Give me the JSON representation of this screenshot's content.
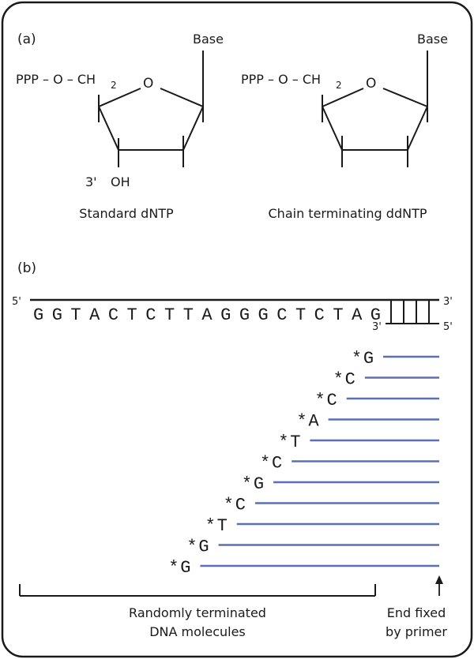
{
  "panel_a": {
    "label": "(a)",
    "dntp": {
      "group": "PPP – O – CH",
      "subscript": "2",
      "ring_o": "O",
      "base": "Base",
      "three_prime": "3'",
      "oh": "OH",
      "caption": "Standard dNTP"
    },
    "ddntp": {
      "group": "PPP – O – CH",
      "subscript": "2",
      "ring_o": "O",
      "base": "Base",
      "caption": "Chain terminating ddNTP"
    }
  },
  "panel_b": {
    "label": "(b)",
    "template": {
      "five_prime": "5'",
      "three_prime": "3'",
      "sequence": "GGTACTCTTAGGGCTCTAG",
      "primer_three_prime": "3'",
      "primer_five_prime": "5'"
    },
    "fragments": [
      {
        "base": "G",
        "marker": "*"
      },
      {
        "base": "C",
        "marker": "*"
      },
      {
        "base": "C",
        "marker": "*"
      },
      {
        "base": "A",
        "marker": "*"
      },
      {
        "base": "T",
        "marker": "*"
      },
      {
        "base": "C",
        "marker": "*"
      },
      {
        "base": "G",
        "marker": "*"
      },
      {
        "base": "C",
        "marker": "*"
      },
      {
        "base": "T",
        "marker": "*"
      },
      {
        "base": "G",
        "marker": "*"
      },
      {
        "base": "G",
        "marker": "*"
      }
    ],
    "bracket_label_line1": "Randomly terminated",
    "bracket_label_line2": "DNA molecules",
    "arrow_label_line1": "End fixed",
    "arrow_label_line2": "by primer"
  },
  "colors": {
    "strand": "#5a6fb5",
    "ink": "#1a1a1a",
    "border": "#1a1a1a"
  }
}
